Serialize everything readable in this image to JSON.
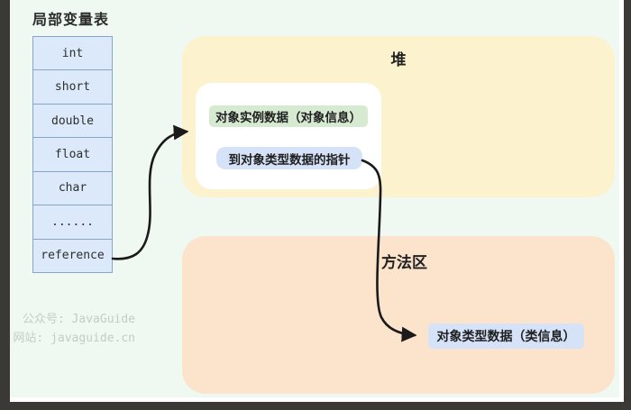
{
  "diagram": {
    "local_variable_table": {
      "title": "局部变量表",
      "rows": [
        "int",
        "short",
        "double",
        "float",
        "char",
        "......",
        "reference"
      ]
    },
    "heap": {
      "title": "堆",
      "instance_data_label": "对象实例数据（对象信息）",
      "pointer_label": "到对象类型数据的指针"
    },
    "method_area": {
      "title": "方法区",
      "class_data_label": "对象类型数据（类信息）"
    },
    "watermark": {
      "line1": "公众号: JavaGuide",
      "line2": "网站: javaguide.cn"
    },
    "colors": {
      "background": "#eff8f1",
      "frame": "#3a3936",
      "table_cell_fill": "#dbe9fa",
      "table_border": "#89a5cc",
      "heap_fill": "#fdf2ce",
      "method_area_fill": "#fce3cb",
      "instance_label_fill": "#d6e9d1",
      "pointer_label_fill": "#d5e2f7",
      "arrow": "#1a1a1a",
      "watermark_text": "#c5cbc6"
    }
  }
}
